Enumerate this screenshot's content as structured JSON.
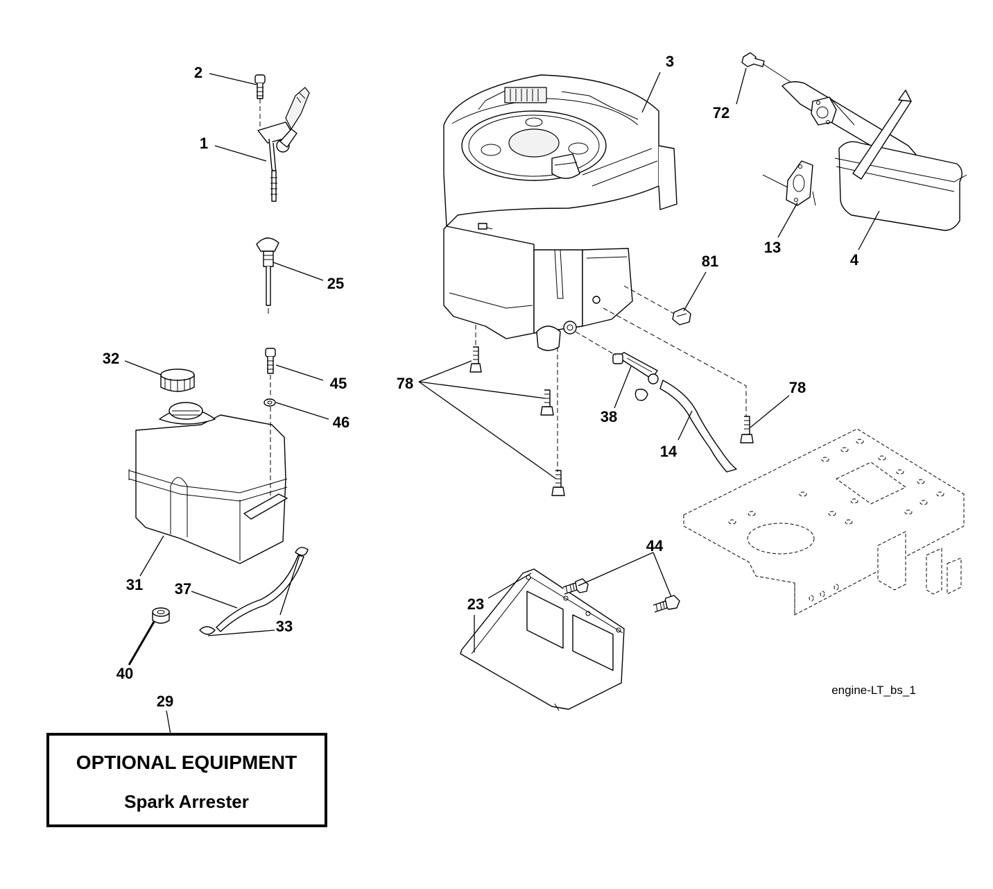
{
  "diagram_ref": "engine-LT_bs_1",
  "callouts": [
    {
      "id": "c1",
      "label": "1"
    },
    {
      "id": "c2",
      "label": "2"
    },
    {
      "id": "c3",
      "label": "3"
    },
    {
      "id": "c4",
      "label": "4"
    },
    {
      "id": "c13",
      "label": "13"
    },
    {
      "id": "c14",
      "label": "14"
    },
    {
      "id": "c23",
      "label": "23"
    },
    {
      "id": "c25",
      "label": "25"
    },
    {
      "id": "c29",
      "label": "29"
    },
    {
      "id": "c31",
      "label": "31"
    },
    {
      "id": "c32",
      "label": "32"
    },
    {
      "id": "c33",
      "label": "33"
    },
    {
      "id": "c37",
      "label": "37"
    },
    {
      "id": "c38",
      "label": "38"
    },
    {
      "id": "c40",
      "label": "40"
    },
    {
      "id": "c44",
      "label": "44"
    },
    {
      "id": "c45",
      "label": "45"
    },
    {
      "id": "c46",
      "label": "46"
    },
    {
      "id": "c72",
      "label": "72"
    },
    {
      "id": "c78a",
      "label": "78"
    },
    {
      "id": "c78b",
      "label": "78"
    },
    {
      "id": "c81",
      "label": "81"
    }
  ],
  "optional_box": {
    "title": "OPTIONAL EQUIPMENT",
    "subtitle": "Spark Arrester"
  }
}
